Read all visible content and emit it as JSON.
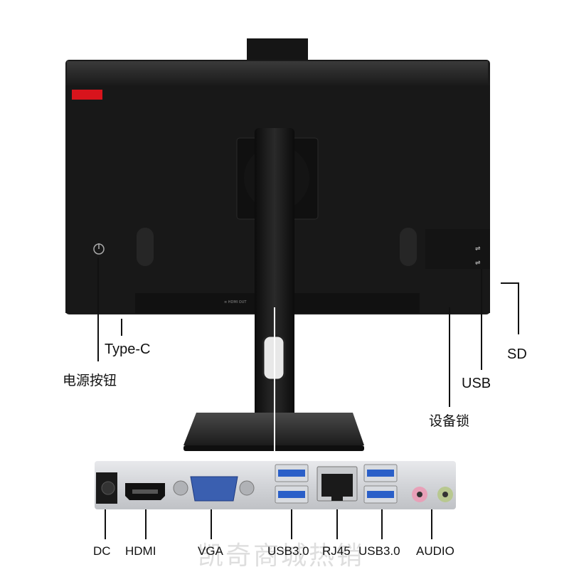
{
  "callouts": {
    "power_button": "电源按钮",
    "type_c": "Type-C",
    "sd": "SD",
    "usb": "USB",
    "device_lock": "设备锁"
  },
  "ports": {
    "dc": "DC",
    "hdmi": "HDMI",
    "vga": "VGA",
    "usb30_left": "USB3.0",
    "rj45": "RJ45",
    "usb30_right": "USB3.0",
    "audio": "AUDIO"
  },
  "watermark": "凯奇商城热销",
  "colors": {
    "monitor_body": "#1b1b1b",
    "red_badge": "#d8141c",
    "usb_blue": "#2a5fc8",
    "audio_pink": "#e8a0b8",
    "audio_green": "#b8c890",
    "vga_blue": "#3a5fb0",
    "panel_silver": "#d6d8dc"
  }
}
